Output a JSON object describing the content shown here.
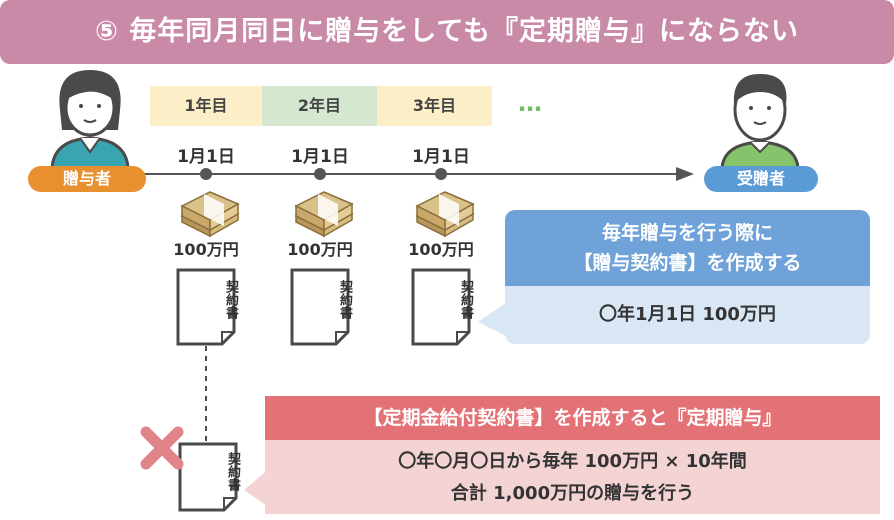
{
  "title": "⑤ 毎年同月同日に贈与をしても『定期贈与』にならない",
  "giver_label": "贈与者",
  "receiver_label": "受贈者",
  "years": [
    "1年目",
    "2年目",
    "3年目"
  ],
  "ellipsis": "…",
  "date": "1月1日",
  "amount": "100万円",
  "contract_doc_label": "契約書",
  "annual_box": {
    "heading_line1": "毎年贈与を行う際に",
    "heading_line2": "【贈与契約書】を作成する",
    "body": "〇年1月1日  100万円"
  },
  "warning_box": {
    "heading": "【定期金給付契約書】を作成すると『定期贈与』",
    "body_line1": "〇年〇月〇日から毎年 100万円 × 10年間",
    "body_line2": "合計 1,000万円の贈与を行う"
  },
  "colors": {
    "title_bg": "#c98aa8",
    "giver_label_bg": "#e8902f",
    "receiver_label_bg": "#5b9bd5",
    "year_box_1": "#fcefc7",
    "year_box_2": "#d5e8cf",
    "year_box_3": "#fcefc7",
    "info_head": "#6fa2d8",
    "info_body": "#d9e6f4",
    "warning_head": "#e37277",
    "warning_body": "#f4d3d5",
    "cross_mark": "#e0848a"
  }
}
